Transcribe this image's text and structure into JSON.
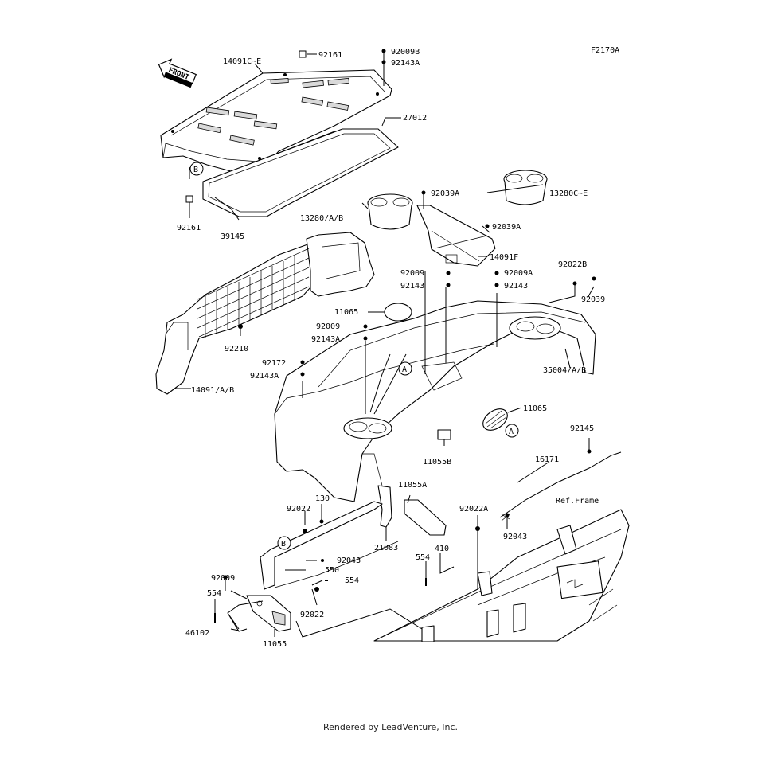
{
  "diagram_id": "F2170A",
  "front_label": "FRONT",
  "ref_frame": "Ref.Frame",
  "footer": "Rendered by LeadVenture, Inc.",
  "callouts": [
    {
      "id": "c1",
      "text": "14091C~E"
    },
    {
      "id": "c2",
      "text": "92161"
    },
    {
      "id": "c3",
      "text": "92009B"
    },
    {
      "id": "c4",
      "text": "92143A"
    },
    {
      "id": "c5",
      "text": "27012"
    },
    {
      "id": "c6",
      "text": "92161"
    },
    {
      "id": "c7",
      "text": "39145"
    },
    {
      "id": "c8",
      "text": "92039A"
    },
    {
      "id": "c9",
      "text": "13280C~E"
    },
    {
      "id": "c10",
      "text": "13280/A/B"
    },
    {
      "id": "c11",
      "text": "92039A"
    },
    {
      "id": "c12",
      "text": "14091F"
    },
    {
      "id": "c13",
      "text": "92009"
    },
    {
      "id": "c14",
      "text": "92143"
    },
    {
      "id": "c15",
      "text": "92009A"
    },
    {
      "id": "c16",
      "text": "92143"
    },
    {
      "id": "c17",
      "text": "92022B"
    },
    {
      "id": "c18",
      "text": "92039"
    },
    {
      "id": "c19",
      "text": "11065"
    },
    {
      "id": "c20",
      "text": "92009"
    },
    {
      "id": "c21",
      "text": "92143A"
    },
    {
      "id": "c22",
      "text": "92210"
    },
    {
      "id": "c23",
      "text": "92172"
    },
    {
      "id": "c24",
      "text": "92143A"
    },
    {
      "id": "c25",
      "text": "35004/A/B"
    },
    {
      "id": "c26",
      "text": "14091/A/B"
    },
    {
      "id": "c27",
      "text": "11065"
    },
    {
      "id": "c28",
      "text": "11055B"
    },
    {
      "id": "c29",
      "text": "92145"
    },
    {
      "id": "c30",
      "text": "16171"
    },
    {
      "id": "c31",
      "text": "11055A"
    },
    {
      "id": "c32",
      "text": "130"
    },
    {
      "id": "c33",
      "text": "92022"
    },
    {
      "id": "c34",
      "text": "92022A"
    },
    {
      "id": "c35",
      "text": "92043"
    },
    {
      "id": "c36",
      "text": "21083"
    },
    {
      "id": "c37",
      "text": "554"
    },
    {
      "id": "c38",
      "text": "410"
    },
    {
      "id": "c39",
      "text": "92009"
    },
    {
      "id": "c40",
      "text": "92043"
    },
    {
      "id": "c41",
      "text": "550"
    },
    {
      "id": "c42",
      "text": "554"
    },
    {
      "id": "c43",
      "text": "554"
    },
    {
      "id": "c44",
      "text": "92022"
    },
    {
      "id": "c45",
      "text": "46102"
    },
    {
      "id": "c46",
      "text": "11055"
    }
  ],
  "markers": [
    {
      "id": "m1",
      "text": "B"
    },
    {
      "id": "m2",
      "text": "A"
    },
    {
      "id": "m3",
      "text": "A"
    },
    {
      "id": "m4",
      "text": "B"
    }
  ]
}
